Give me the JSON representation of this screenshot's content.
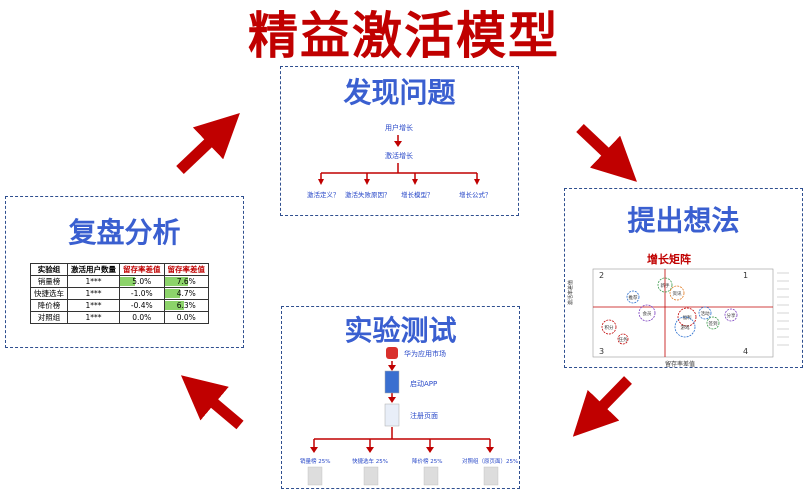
{
  "title": "精益激活模型",
  "panels": {
    "discover": {
      "title": "发现问题",
      "node_top": "用户增长",
      "node_mid": "激活增长",
      "leaves": [
        "激活定义？",
        "激活失败原因？",
        "增长模型？",
        "增长公式？"
      ]
    },
    "ideas": {
      "title": "提出想法",
      "matrix_title": "增长矩阵",
      "quadrants": [
        "1",
        "2",
        "3",
        "4"
      ],
      "bubbles": [
        "积分",
        "推荐",
        "会员",
        "新手",
        "资讯",
        "福利",
        "活动",
        "签到",
        "分享",
        "游戏",
        "任务"
      ],
      "x_label": "留存率差值",
      "y_label": "激活率差值"
    },
    "experiment": {
      "title": "实验测试",
      "steps": [
        "华为应用市场",
        "启动APP",
        "注册页面"
      ],
      "groups": [
        "销量榜 25%",
        "快捷选车 25%",
        "降价榜 25%",
        "对照组（原页面）25%"
      ]
    },
    "review": {
      "title": "复盘分析",
      "headers": [
        "实验组",
        "激活用户数量",
        "留存率差值",
        "留存率差值"
      ],
      "rows": [
        {
          "name": "销量榜",
          "users": "1***",
          "a": "5.0%",
          "b": "7.6%",
          "a_bar": 0.35,
          "b_bar": 0.55
        },
        {
          "name": "快捷选车",
          "users": "1***",
          "a": "-1.0%",
          "b": "4.7%",
          "a_bar": 0.0,
          "b_bar": 0.35
        },
        {
          "name": "降价榜",
          "users": "1***",
          "a": "-0.4%",
          "b": "6.3%",
          "a_bar": 0.0,
          "b_bar": 0.45
        },
        {
          "name": "对照组",
          "users": "1***",
          "a": "0.0%",
          "b": "0.0%",
          "a_bar": 0.0,
          "b_bar": 0.0
        }
      ]
    }
  },
  "colors": {
    "title": "#c00000",
    "panel_title": "#3a5fd0",
    "arrow": "#c00000",
    "bar": "#8cd36a"
  }
}
